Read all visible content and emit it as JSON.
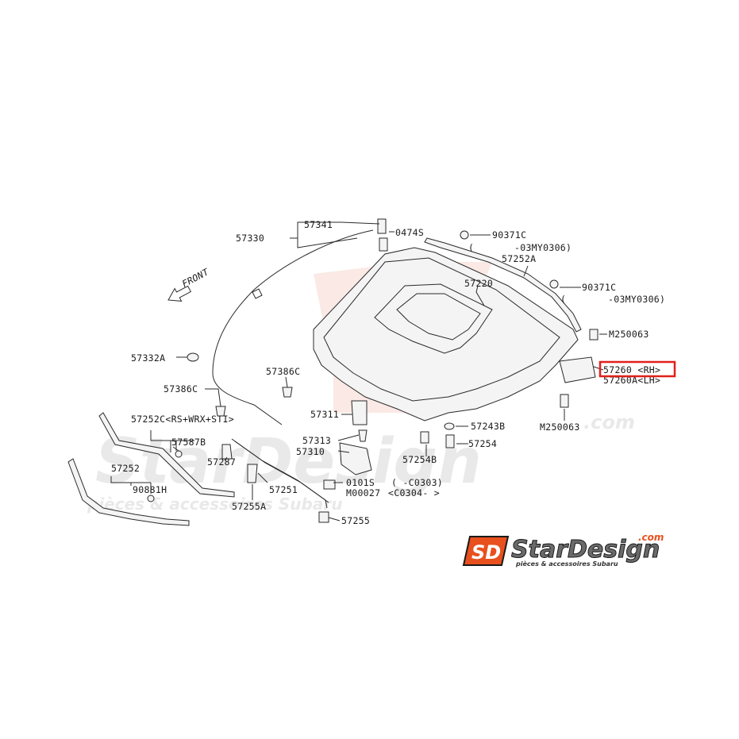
{
  "diagram": {
    "front_label": "FRONT",
    "labels": {
      "p57341": "57341",
      "p57330": "57330",
      "p0474s": "0474S",
      "p90371c_1": "90371C",
      "p03my0306_1": "-03MY0306)",
      "p57252a": "57252A",
      "p57220": "57220",
      "p90371c_2": "90371C",
      "p03my0306_2": "-03MY0306)",
      "pm250063_top": "M250063",
      "p57260": "57260 <RH>",
      "p57260a": "57260A<LH>",
      "pm250063_bot": "M250063",
      "p57332a": "57332A",
      "p57386c_r": "57386C",
      "p57386c_l": "57386C",
      "p57311": "57311",
      "p57243b": "57243B",
      "p57252c": "57252C<RS+WRX+STI>",
      "p57587b": "57587B",
      "p57313": "57313",
      "p57310": "57310",
      "p57254": "57254",
      "p57254b": "57254B",
      "p57287": "57287",
      "p57252": "57252",
      "p90881h": "90881H",
      "p57251": "57251",
      "p0101s": "0101S",
      "p0101s_range": "(    -C0303)",
      "pm00027": "M00027",
      "pm00027_range": "<C0304-    >",
      "p57255a": "57255A",
      "p57255": "57255"
    },
    "highlight_color": "#e0201c"
  },
  "watermark": {
    "brand": "StarDesign",
    "tagline": "pièces & accessoires Subaru",
    "com": ".com"
  },
  "logo": {
    "mark": "SD",
    "brand": "StarDesign",
    "com": ".com",
    "tagline": "pièces & accessoires Subaru",
    "accent": "#e8501e"
  }
}
